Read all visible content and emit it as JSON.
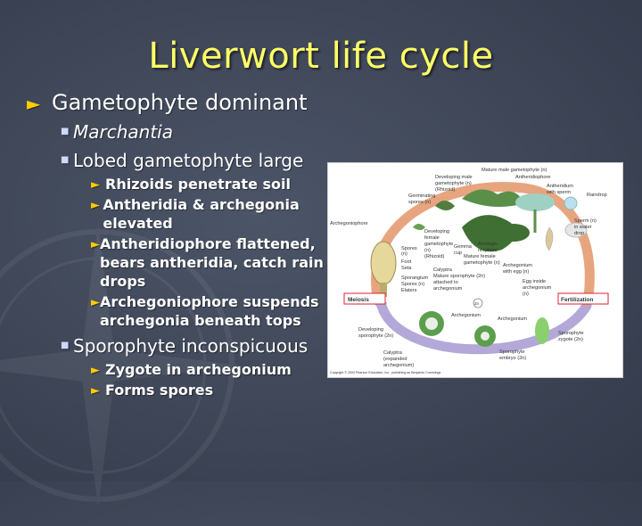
{
  "slide": {
    "title": "Liverwort life cycle",
    "bullets": {
      "b1": "Gametophyte dominant",
      "b1_1": "Marchantia",
      "b1_2": "Lobed gametophyte large",
      "b1_2_1": "Rhizoids penetrate soil",
      "b1_2_2": "Antheridia & archegonia elevated",
      "b1_2_3": "Antheridiophore flattened, bears antheridia, catch rain drops",
      "b1_2_4": "Archegoniophore suspends archegonia beneath tops",
      "b1_3": "Sporophyte inconspicuous",
      "b1_3_1": "Zygote in archegonium",
      "b1_3_2": "Forms spores"
    }
  },
  "diagram": {
    "labels": {
      "mature_male": "Mature male gametophyte (n)",
      "antheridiophore": "Antheridiophore",
      "antheridium": "Antheridium",
      "with_sperm": "with sperm",
      "raindrop": "Raindrop",
      "sperm1": "Sperm (n)",
      "sperm2": "in water",
      "sperm3": "drop",
      "dev_female1": "Developing male",
      "dev_female2": "gametophyte (n)",
      "dev_female3": "(Rhizoid)",
      "germ1": "Germinating",
      "germ2": "spores (n)",
      "archegoniophore": "Archegoniophore",
      "devf1": "Developing",
      "devf2": "female",
      "devf3": "gametophyte",
      "devf4": "(n)",
      "devf5": "(Rhizoid)",
      "gemma1": "Gemma",
      "gemma2": "cup",
      "arche1": "Archego-",
      "arche2": "niophore",
      "matf1": "Mature female",
      "matf2": "gametophyte (n)",
      "spores": "Spores",
      "spores_n": "(n)",
      "foot": "Foot",
      "seta": "Seta",
      "sporangium": "Sporangium",
      "spores2": "Spores (n)",
      "elaters": "Elaters",
      "calyptra": "Calyptra",
      "ms1": "Mature sporophyte (2n)",
      "ms2": "attached to",
      "ms3": "archegonium",
      "arch_egg1": "Archegonium",
      "arch_egg2": "with egg (n)",
      "egg1": "Egg inside",
      "egg2": "archegonium",
      "egg3": "(n)",
      "meiosis": "Meiosis",
      "fertilization": "Fertilization",
      "twon": "2n",
      "archegonium_a": "Archegonium",
      "archegonium_b": "Archegonium",
      "dev_sp1": "Developing",
      "dev_sp2": "sporophyte (2n)",
      "cal1": "Calyptra",
      "cal2": "(expanded",
      "cal3": "archegonium)",
      "spe1": "Sporophyte",
      "spe2": "embryo (2n)",
      "zyg1": "Sporophyte",
      "zyg2": "zygote (2n)",
      "copyright": "Copyright © 2004 Pearson Education, Inc., publishing as Benjamin Cummings"
    }
  }
}
